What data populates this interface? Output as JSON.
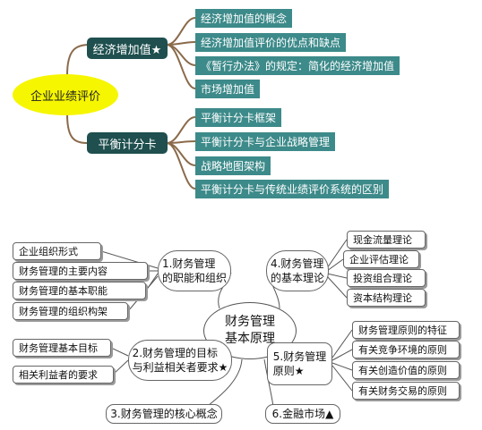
{
  "top_map": {
    "root": "企业业绩评价",
    "branches": [
      {
        "label": "经济增加值★",
        "children": [
          "经济增加值的概念",
          "经济增加值评价的优点和缺点",
          "《暂行办法》的规定：简化的经济增加值",
          "市场增加值"
        ]
      },
      {
        "label": "平衡计分卡",
        "children": [
          "平衡计分卡框架",
          "平衡计分卡与企业战略管理",
          "战略地图架构",
          "平衡计分卡与传统业绩评价系统的区别"
        ]
      }
    ]
  },
  "bottom_map": {
    "center": "财务管理\n基本原理",
    "topics": [
      {
        "label": "1.财务管理\n的职能和组织",
        "children": [
          "企业组织形式",
          "财务管理的主要内容",
          "财务管理的基本职能",
          "财务管理的组织构架"
        ]
      },
      {
        "label": "2.财务管理的目标\n与利益相关者要求★",
        "children": [
          "财务管理基本目标",
          "相关利益者的要求"
        ]
      },
      {
        "label": "3.财务管理的核心概念",
        "children": []
      },
      {
        "label": "4.财务管理\n的基本理论",
        "children": [
          "现金流量理论",
          "企业评估理论",
          "投资组合理论",
          "资本结构理论"
        ]
      },
      {
        "label": "5.财务管理\n原则★",
        "children": [
          "财务管理原则的特征",
          "有关竞争环境的原则",
          "有关创造价值的原则",
          "有关财务交易的原则"
        ]
      },
      {
        "label": "6.金融市场▲",
        "children": []
      }
    ]
  }
}
